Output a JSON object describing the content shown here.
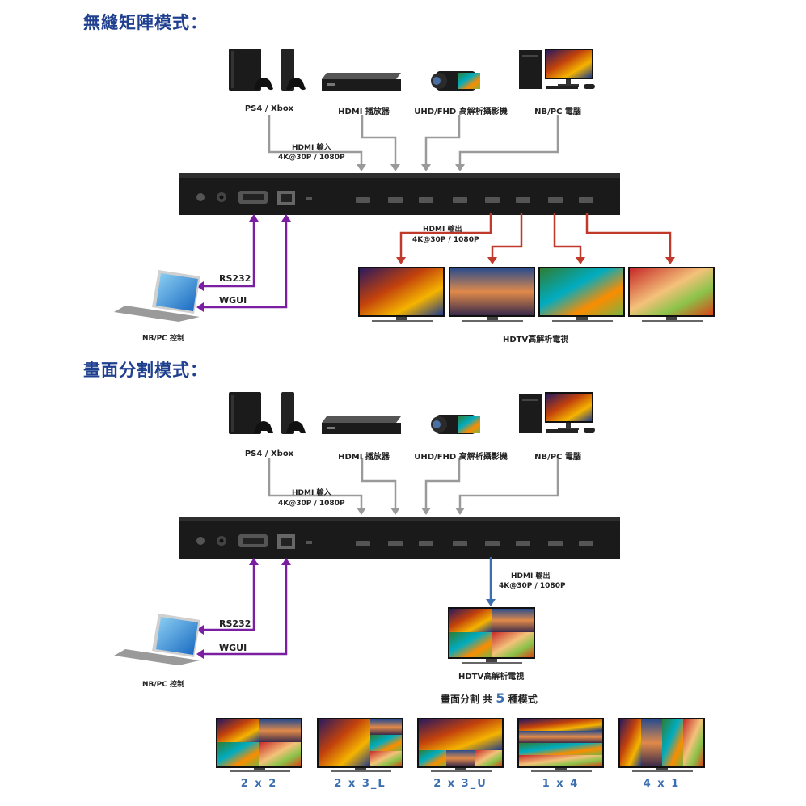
{
  "sections": [
    {
      "title": "無縫矩陣模式："
    },
    {
      "title": "畫面分割模式："
    }
  ],
  "sources": [
    "PS4 / Xbox",
    "HDMI 播放器",
    "UHD/FHD 高解析攝影機",
    "NB/PC 電腦"
  ],
  "input": {
    "line1": "HDMI 輸入",
    "line2": "4K@30P / 1080P"
  },
  "output": {
    "line1": "HDMI 輸出",
    "line2": "4K@30P / 1080P"
  },
  "control": {
    "rs232": "RS232",
    "wgui": "WGUI",
    "pc_label": "NB/PC 控制"
  },
  "tv_label": "HDTV高解析電視",
  "split": {
    "total_prefix": "畫面分割 共",
    "total_count": "5",
    "total_suffix": "種模式"
  },
  "modes": [
    "2 x 2",
    "2 x 3_L",
    "2 x 3_U",
    "1 x 4",
    "4 x 1"
  ],
  "colors": {
    "title": "#1f3f8f",
    "input_arrow": "#9a9a9a",
    "output_arrow": "#c0392b",
    "control_arrow": "#7b1fa2",
    "split_arrow": "#3b6fb0",
    "mode_label": "#3b6fb0"
  }
}
